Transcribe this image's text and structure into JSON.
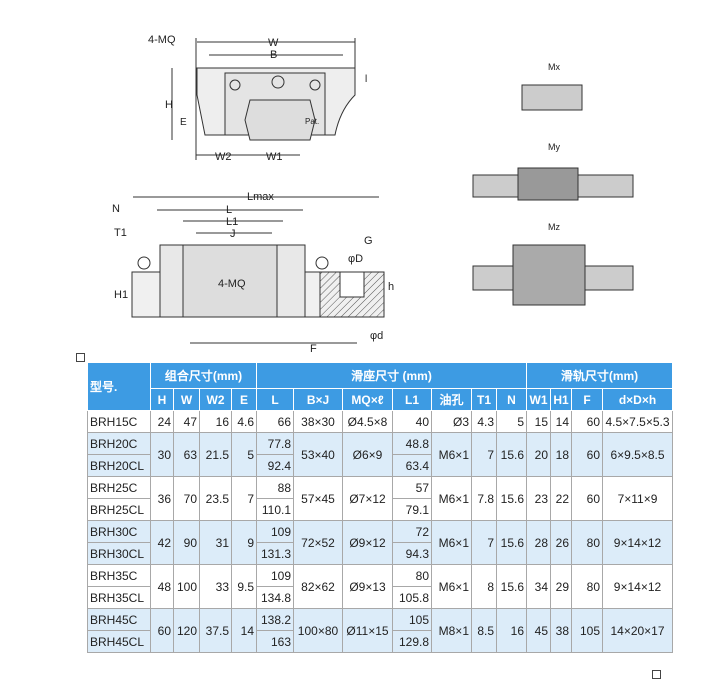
{
  "diagram": {
    "front": {
      "mq": "4-MQ",
      "w": "W",
      "b": "B",
      "h": "H",
      "e": "E",
      "w2": "W2",
      "w1": "W1",
      "pat": "Pat.",
      "l_small": "l"
    },
    "side": {
      "lmax": "Lmax",
      "n": "N",
      "l": "L",
      "l1": "L1",
      "j": "J",
      "t1": "T1",
      "h1": "H1",
      "mq": "4-MQ",
      "g": "G",
      "phi_D": "φD",
      "h": "h",
      "phi_d": "φd",
      "f": "F"
    },
    "moments": {
      "mx": "Mx",
      "my": "My",
      "mz": "Mz"
    }
  },
  "table": {
    "model_header": "型号.",
    "groups": [
      "组合尺寸(mm)",
      "滑座尺寸 (mm)",
      "滑轨尺寸(mm)"
    ],
    "columns": [
      "H",
      "W",
      "W2",
      "E",
      "L",
      "B×J",
      "MQ×ℓ",
      "L1",
      "油孔",
      "T1",
      "N",
      "W1",
      "H1",
      "F",
      "d×D×h"
    ],
    "rows": [
      {
        "models": [
          "BRH15C"
        ],
        "H": "24",
        "W": "47",
        "W2": "16",
        "E": "4.6",
        "L": [
          "66"
        ],
        "BJ": "38×30",
        "MQ": "Ø4.5×8",
        "L1": [
          "40"
        ],
        "oil": "Ø3",
        "T1": "4.3",
        "N": "5",
        "W1": "15",
        "H1": "14",
        "F": "60",
        "dDh": "4.5×7.5×5.3"
      },
      {
        "models": [
          "BRH20C",
          "BRH20CL"
        ],
        "H": "30",
        "W": "63",
        "W2": "21.5",
        "E": "5",
        "L": [
          "77.8",
          "92.4"
        ],
        "BJ": "53×40",
        "MQ": "Ø6×9",
        "L1": [
          "48.8",
          "63.4"
        ],
        "oil": "M6×1",
        "T1": "7",
        "N": "15.6",
        "W1": "20",
        "H1": "18",
        "F": "60",
        "dDh": "6×9.5×8.5"
      },
      {
        "models": [
          "BRH25C",
          "BRH25CL"
        ],
        "H": "36",
        "W": "70",
        "W2": "23.5",
        "E": "7",
        "L": [
          "88",
          "110.1"
        ],
        "BJ": "57×45",
        "MQ": "Ø7×12",
        "L1": [
          "57",
          "79.1"
        ],
        "oil": "M6×1",
        "T1": "7.8",
        "N": "15.6",
        "W1": "23",
        "H1": "22",
        "F": "60",
        "dDh": "7×11×9"
      },
      {
        "models": [
          "BRH30C",
          "BRH30CL"
        ],
        "H": "42",
        "W": "90",
        "W2": "31",
        "E": "9",
        "L": [
          "109",
          "131.3"
        ],
        "BJ": "72×52",
        "MQ": "Ø9×12",
        "L1": [
          "72",
          "94.3"
        ],
        "oil": "M6×1",
        "T1": "7",
        "N": "15.6",
        "W1": "28",
        "H1": "26",
        "F": "80",
        "dDh": "9×14×12"
      },
      {
        "models": [
          "BRH35C",
          "BRH35CL"
        ],
        "H": "48",
        "W": "100",
        "W2": "33",
        "E": "9.5",
        "L": [
          "109",
          "134.8"
        ],
        "BJ": "82×62",
        "MQ": "Ø9×13",
        "L1": [
          "80",
          "105.8"
        ],
        "oil": "M6×1",
        "T1": "8",
        "N": "15.6",
        "W1": "34",
        "H1": "29",
        "F": "80",
        "dDh": "9×14×12"
      },
      {
        "models": [
          "BRH45C",
          "BRH45CL"
        ],
        "H": "60",
        "W": "120",
        "W2": "37.5",
        "E": "14",
        "L": [
          "138.2",
          "163"
        ],
        "BJ": "100×80",
        "MQ": "Ø11×15",
        "L1": [
          "105",
          "129.8"
        ],
        "oil": "M8×1",
        "T1": "8.5",
        "N": "16",
        "W1": "45",
        "H1": "38",
        "F": "105",
        "dDh": "14×20×17"
      }
    ]
  }
}
